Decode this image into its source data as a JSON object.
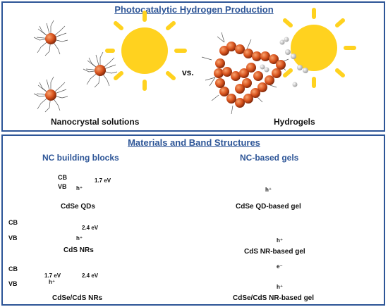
{
  "top": {
    "title": "Photocatalytic Hydrogen Production",
    "left_caption": "Nanocrystal solutions",
    "vs": "vs.",
    "right_caption": "Hydrogels"
  },
  "bottom": {
    "title": "Materials and Band Structures",
    "left_heading": "NC building blocks",
    "right_heading": "NC-based gels",
    "cb": "CB",
    "vb": "VB",
    "electron": "e⁻",
    "hole": "h⁺",
    "qd_gap": "1.7 eV",
    "nr_gap": "2.4 eV",
    "dot_gap": "1.7 eV",
    "rod_gap": "2.4 eV",
    "qd_label": "CdSe QDs",
    "nr_label": "CdS NRs",
    "dotrod_label": "CdSe/CdS NRs",
    "qd_gel_label": "CdSe QD-based gel",
    "nr_gel_label": "CdS NR-based gel",
    "dotrod_gel_label": "CdSe/CdS NR-based gel"
  },
  "colors": {
    "frame": "#2d5597",
    "sun": "#ffd21f",
    "particle": "#d9541e",
    "rod": "#f2b21b",
    "qd": "#b01e2b",
    "electron_band": "#3f4fb8",
    "hole_band": "#a7c88a"
  }
}
